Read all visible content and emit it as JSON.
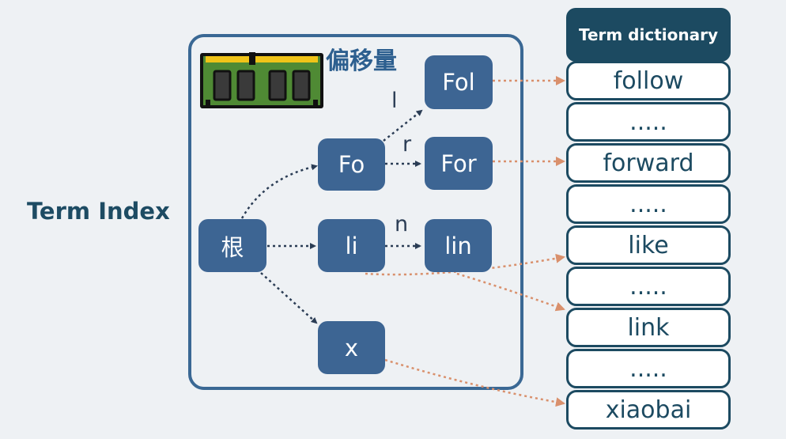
{
  "title": "Term Index",
  "fst": {
    "offset_label": "偏移量",
    "nodes": {
      "root": "根",
      "fo": "Fo",
      "fol": "Fol",
      "for": "For",
      "li": "li",
      "lin": "lin",
      "x": "x"
    },
    "edge_labels": {
      "l": "l",
      "r": "r",
      "n": "n"
    }
  },
  "dictionary": {
    "header": "Term dictionary",
    "rows": [
      "follow",
      ".....",
      "forward",
      ".....",
      "like",
      ".....",
      "link",
      ".....",
      "xiaobai"
    ]
  },
  "colors": {
    "node_fill": "#3d6593",
    "frame_border": "#3a6894",
    "dict_dark": "#1c4a61",
    "tree_arrow": "#2b3d55",
    "pointer_arrow": "#d9906c",
    "ram_board": "#4f8a34",
    "ram_pins": "#f0c419"
  }
}
